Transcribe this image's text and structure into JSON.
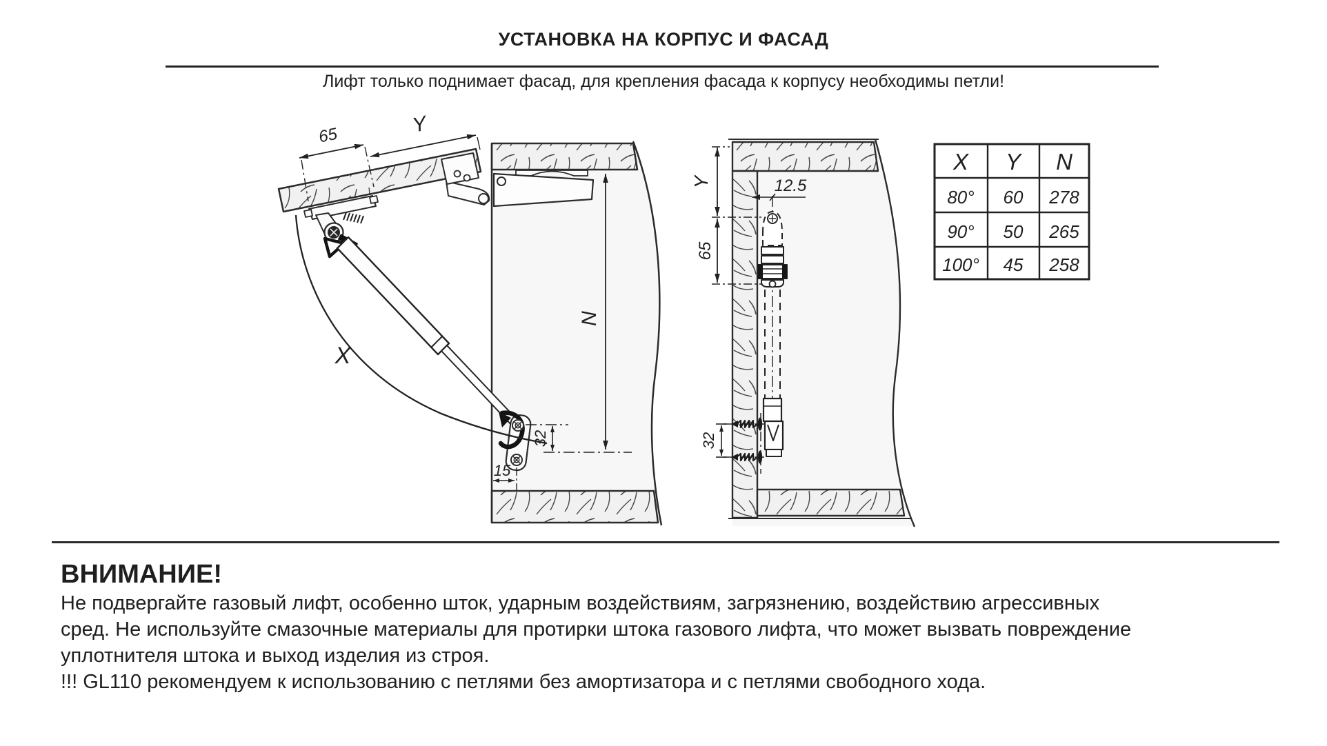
{
  "header": {
    "title": "УСТАНОВКА НА КОРПУС И ФАСАД",
    "subtitle": "Лифт только поднимает фасад, для крепления фасада к корпусу необходимы петли!"
  },
  "spec_table": {
    "headers": [
      "X",
      "Y",
      "N"
    ],
    "rows": [
      [
        "80°",
        "60",
        "278"
      ],
      [
        "90°",
        "50",
        "265"
      ],
      [
        "100°",
        "45",
        "258"
      ]
    ]
  },
  "open_view": {
    "dim_overhang": "65",
    "dim_y": "Y",
    "dim_angle": "X",
    "dim_depth": "N",
    "dim_32": "32",
    "dim_15": "15"
  },
  "closed_view": {
    "dim_y": "Y",
    "dim_65": "65",
    "dim_offset": "12.5",
    "dim_32": "32"
  },
  "warning": {
    "title": "ВНИМАНИЕ!",
    "lines": [
      "Не подвергайте газовый лифт, особенно шток, ударным воздействиям, загрязнению, воздействию агрессивных",
      "сред. Не используйте смазочные материалы для протирки штока газового лифта, что может вызвать повреждение",
      "уплотнителя штока и выход изделия из строя.",
      "!!! GL110 рекомендуем к использованию с петлями без амортизатора и с петлями свободного хода."
    ]
  },
  "colors": {
    "line": "#222222",
    "panel_fill": "#f1f1f1",
    "background": "#ffffff"
  }
}
